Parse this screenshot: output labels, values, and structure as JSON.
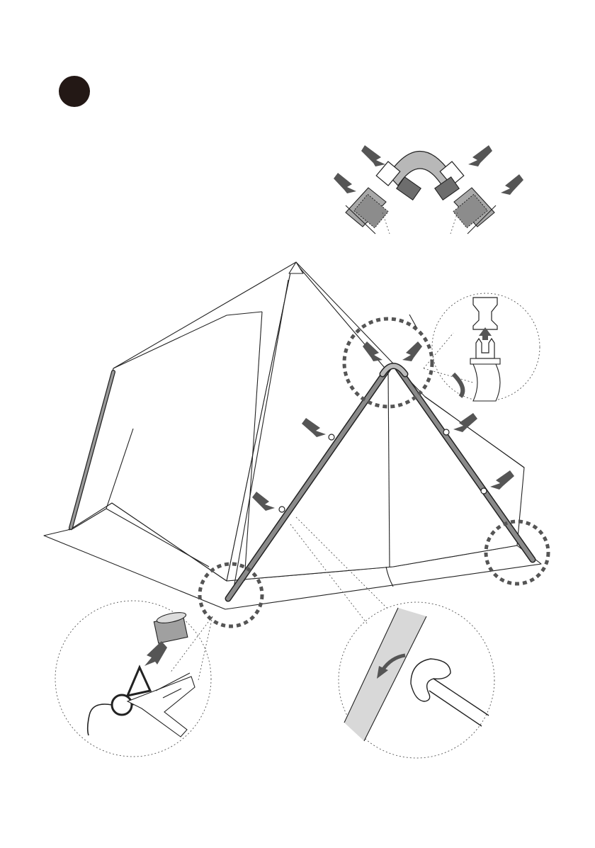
{
  "step": {
    "marker_color": "#231815"
  },
  "colors": {
    "line": "#222222",
    "arrow": "#555555",
    "pole": "#8a8a8a",
    "paper": "#ffffff"
  },
  "icons": {
    "step_marker": "filled-circle",
    "direction": "grey-arrow",
    "detail_callout": "dashed-ring"
  }
}
